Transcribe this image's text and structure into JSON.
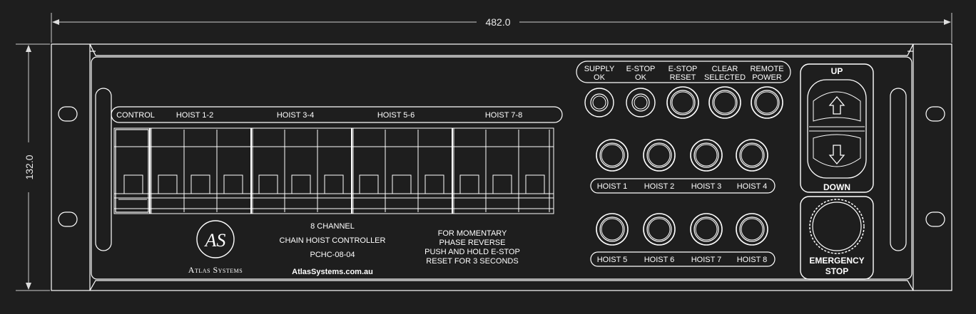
{
  "dimensions": {
    "width": "482.0",
    "height": "132.0"
  },
  "breaker_panel": {
    "labels": [
      "CONTROL",
      "HOIST 1-2",
      "HOIST 3-4",
      "HOIST 5-6",
      "HOIST 7-8"
    ]
  },
  "logo": {
    "monogram": "AS",
    "name": "Atlas Systems"
  },
  "product": {
    "line1": "8 CHANNEL",
    "line2": "CHAIN HOIST CONTROLLER",
    "model": "PCHC-08-04",
    "website": "AtlasSystems.com.au"
  },
  "instructions": [
    "FOR MOMENTARY",
    "PHASE REVERSE",
    "PUSH AND HOLD E-STOP",
    "RESET FOR 3 SECONDS"
  ],
  "indicators": [
    {
      "line1": "SUPPLY",
      "line2": "OK"
    },
    {
      "line1": "E-STOP",
      "line2": "OK"
    },
    {
      "line1": "E-STOP",
      "line2": "RESET"
    },
    {
      "line1": "CLEAR",
      "line2": "SELECTED"
    },
    {
      "line1": "REMOTE",
      "line2": "POWER"
    }
  ],
  "hoist_buttons": {
    "row1": [
      "HOIST 1",
      "HOIST 2",
      "HOIST 3",
      "HOIST 4"
    ],
    "row2": [
      "HOIST 5",
      "HOIST 6",
      "HOIST 7",
      "HOIST 8"
    ]
  },
  "rocker": {
    "up": "UP",
    "down": "DOWN"
  },
  "estop": {
    "line1": "EMERGENCY",
    "line2": "STOP"
  }
}
